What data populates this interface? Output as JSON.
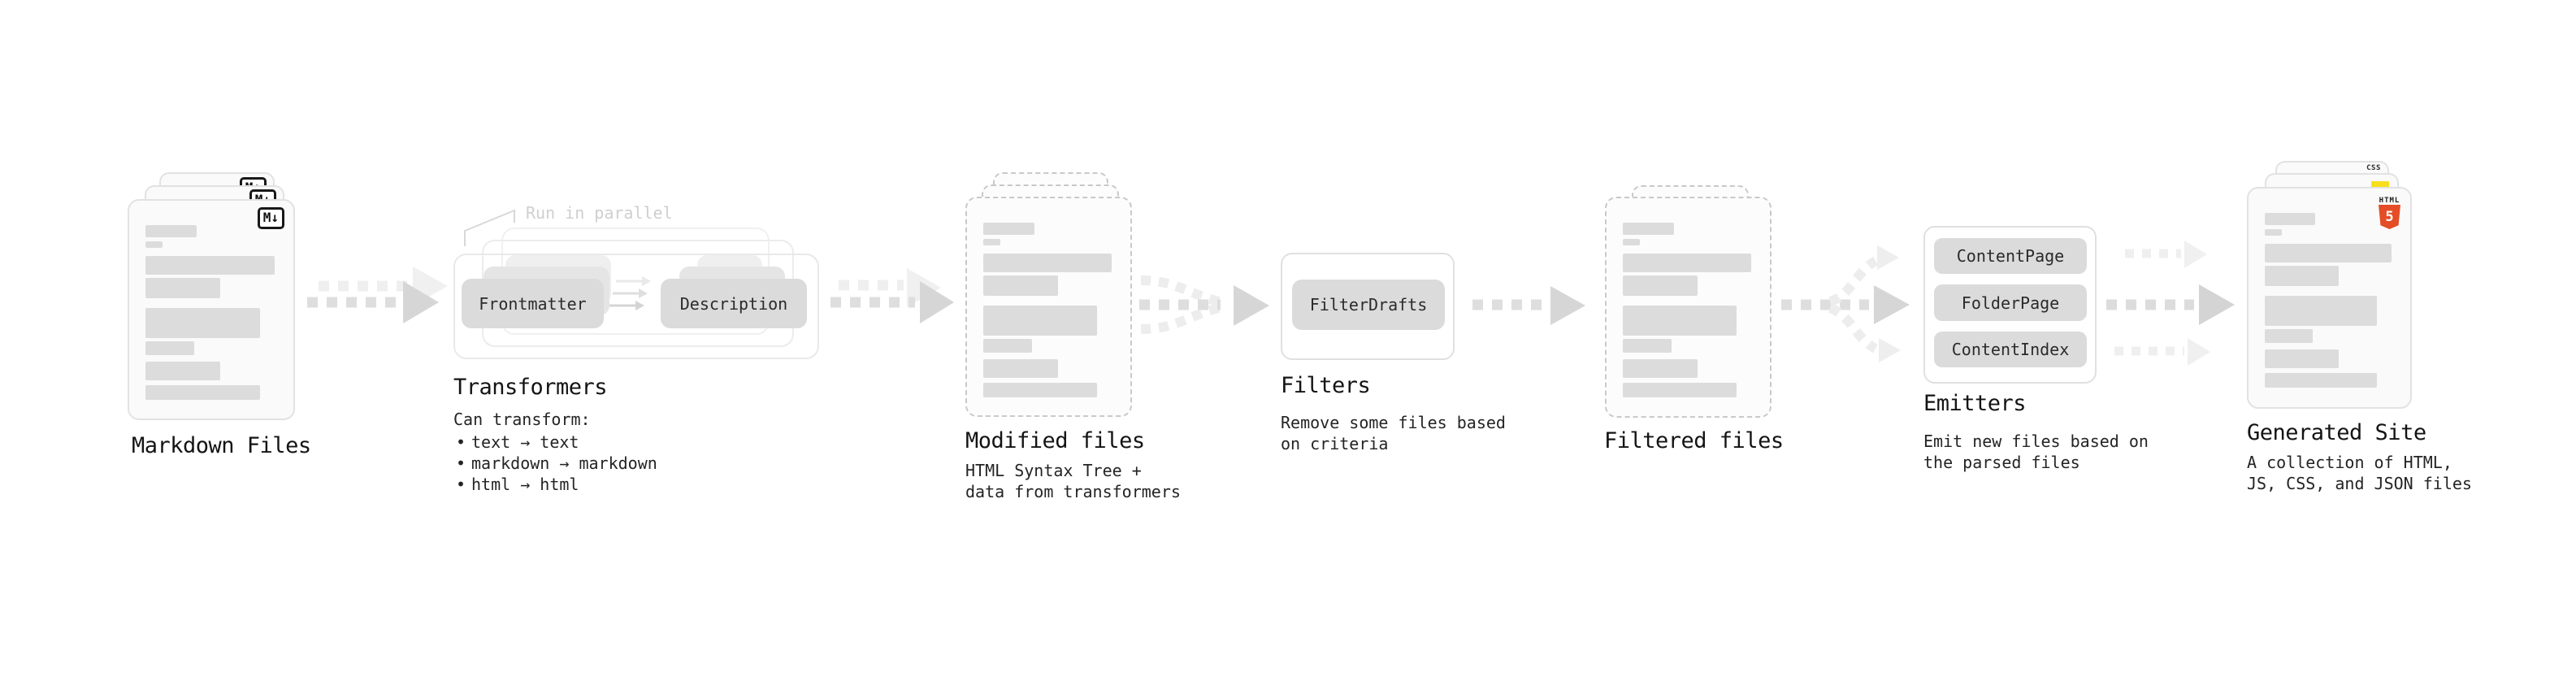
{
  "diagram": {
    "markdown": {
      "title": "Markdown Files",
      "badge": "M↓"
    },
    "transformers": {
      "annotation": "Run in parallel",
      "box_frontmatter": "Frontmatter",
      "box_description": "Description",
      "title": "Transformers",
      "intro": "Can transform:",
      "bullets": [
        "text → text",
        "markdown → markdown",
        "html → html"
      ]
    },
    "modified": {
      "title": "Modified files",
      "subtitle": "HTML Syntax Tree +\ndata from transformers"
    },
    "filters": {
      "box": "FilterDrafts",
      "title": "Filters",
      "subtitle": "Remove some files based\non criteria"
    },
    "filtered": {
      "title": "Filtered files"
    },
    "emitters": {
      "boxes": [
        "ContentPage",
        "FolderPage",
        "ContentIndex"
      ],
      "title": "Emitters",
      "subtitle": "Emit new files based on\nthe parsed files"
    },
    "generated": {
      "title": "Generated Site",
      "subtitle": "A collection of HTML,\nJS, CSS, and JSON files",
      "html5_label": "HTML",
      "html5_number": "5",
      "css_label": "CSS"
    }
  },
  "colors": {
    "html5_orange": "#e44d26",
    "js_yellow": "#f7df1e",
    "css_blue": "#2b6bf3"
  }
}
